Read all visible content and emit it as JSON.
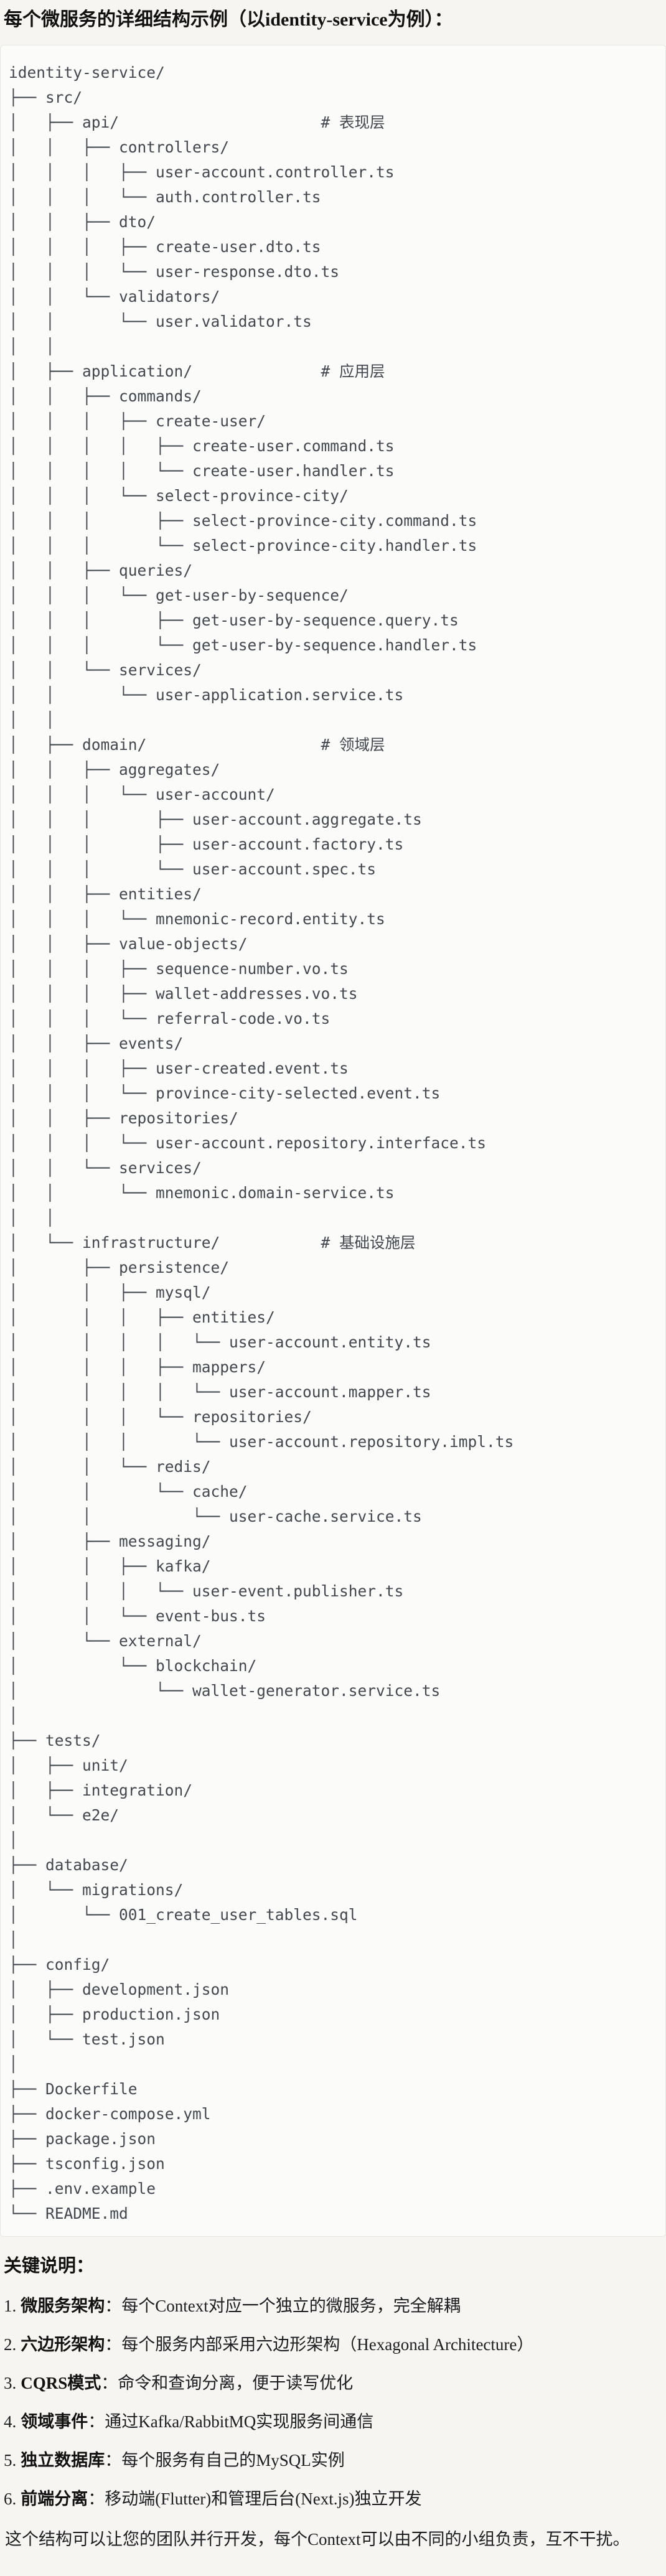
{
  "page": {
    "title": "每个微服务的详细结构示例（以identity-service为例）："
  },
  "tree": {
    "lines": [
      "identity-service/",
      "├── src/",
      "│   ├── api/                      # 表现层",
      "│   │   ├── controllers/",
      "│   │   │   ├── user-account.controller.ts",
      "│   │   │   └── auth.controller.ts",
      "│   │   ├── dto/",
      "│   │   │   ├── create-user.dto.ts",
      "│   │   │   └── user-response.dto.ts",
      "│   │   └── validators/",
      "│   │       └── user.validator.ts",
      "│   │",
      "│   ├── application/              # 应用层",
      "│   │   ├── commands/",
      "│   │   │   ├── create-user/",
      "│   │   │   │   ├── create-user.command.ts",
      "│   │   │   │   └── create-user.handler.ts",
      "│   │   │   └── select-province-city/",
      "│   │   │       ├── select-province-city.command.ts",
      "│   │   │       └── select-province-city.handler.ts",
      "│   │   ├── queries/",
      "│   │   │   └── get-user-by-sequence/",
      "│   │   │       ├── get-user-by-sequence.query.ts",
      "│   │   │       └── get-user-by-sequence.handler.ts",
      "│   │   └── services/",
      "│   │       └── user-application.service.ts",
      "│   │",
      "│   ├── domain/                   # 领域层",
      "│   │   ├── aggregates/",
      "│   │   │   └── user-account/",
      "│   │   │       ├── user-account.aggregate.ts",
      "│   │   │       ├── user-account.factory.ts",
      "│   │   │       └── user-account.spec.ts",
      "│   │   ├── entities/",
      "│   │   │   └── mnemonic-record.entity.ts",
      "│   │   ├── value-objects/",
      "│   │   │   ├── sequence-number.vo.ts",
      "│   │   │   ├── wallet-addresses.vo.ts",
      "│   │   │   └── referral-code.vo.ts",
      "│   │   ├── events/",
      "│   │   │   ├── user-created.event.ts",
      "│   │   │   └── province-city-selected.event.ts",
      "│   │   ├── repositories/",
      "│   │   │   └── user-account.repository.interface.ts",
      "│   │   └── services/",
      "│   │       └── mnemonic.domain-service.ts",
      "│   │",
      "│   └── infrastructure/           # 基础设施层",
      "│       ├── persistence/",
      "│       │   ├── mysql/",
      "│       │   │   ├── entities/",
      "│       │   │   │   └── user-account.entity.ts",
      "│       │   │   ├── mappers/",
      "│       │   │   │   └── user-account.mapper.ts",
      "│       │   │   └── repositories/",
      "│       │   │       └── user-account.repository.impl.ts",
      "│       │   └── redis/",
      "│       │       └── cache/",
      "│       │           └── user-cache.service.ts",
      "│       ├── messaging/",
      "│       │   ├── kafka/",
      "│       │   │   └── user-event.publisher.ts",
      "│       │   └── event-bus.ts",
      "│       └── external/",
      "│           └── blockchain/",
      "│               └── wallet-generator.service.ts",
      "│",
      "├── tests/",
      "│   ├── unit/",
      "│   ├── integration/",
      "│   └── e2e/",
      "│",
      "├── database/",
      "│   └── migrations/",
      "│       └── 001_create_user_tables.sql",
      "│",
      "├── config/",
      "│   ├── development.json",
      "│   ├── production.json",
      "│   └── test.json",
      "│",
      "├── Dockerfile",
      "├── docker-compose.yml",
      "├── package.json",
      "├── tsconfig.json",
      "├── .env.example",
      "└── README.md"
    ]
  },
  "notes": {
    "heading": "关键说明：",
    "items": [
      {
        "num": "1.",
        "label": "微服务架构",
        "text": "：每个Context对应一个独立的微服务，完全解耦"
      },
      {
        "num": "2.",
        "label": "六边形架构",
        "text": "：每个服务内部采用六边形架构（Hexagonal Architecture）"
      },
      {
        "num": "3.",
        "label": "CQRS模式",
        "text": "：命令和查询分离，便于读写优化"
      },
      {
        "num": "4.",
        "label": "领域事件",
        "text": "：通过Kafka/RabbitMQ实现服务间通信"
      },
      {
        "num": "5.",
        "label": "独立数据库",
        "text": "：每个服务有自己的MySQL实例"
      },
      {
        "num": "6.",
        "label": "前端分离",
        "text": "：移动端(Flutter)和管理后台(Next.js)独立开发"
      }
    ],
    "footer": "这个结构可以让您的团队并行开发，每个Context可以由不同的小组负责，互不干扰。"
  },
  "colors": {
    "page_background": "#f6f5f1",
    "code_background": "#fbfbf9",
    "code_border": "#e7e6e1",
    "code_text": "#424750",
    "body_text": "#17191c"
  }
}
